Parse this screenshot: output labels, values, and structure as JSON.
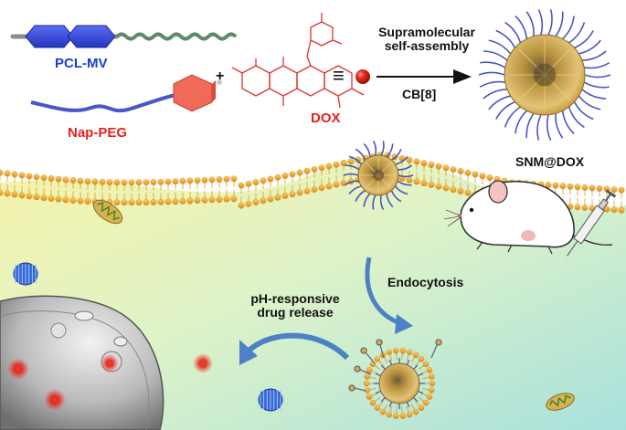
{
  "labels": {
    "pcl_mv": "PCL-MV",
    "nap_peg": "Nap-PEG",
    "plus": "+",
    "dox": "DOX",
    "equiv": "≡",
    "assembly_line1": "Supramolecular",
    "assembly_line2": "self-assembly",
    "cb8": "CB[8]",
    "snm_dox": "SNM@DOX",
    "endocytosis": "Endocytosis",
    "release_line1": "pH-responsive",
    "release_line2": "drug release"
  },
  "colors": {
    "pcl_mv_text": "#1a3bd6",
    "nap_peg_text": "#e8201e",
    "dox_text": "#e8201e",
    "dark_text": "#111111",
    "mv_hexagon": "#3a4fe0",
    "pcl_chain": "#5e8a6a",
    "peg_chain": "#4a55c8",
    "nap_hexagon": "#f06a5a",
    "dox_structure": "#e23030",
    "membrane_head": "#f2a81c",
    "arrow_blue": "#4a82c4",
    "nanoparticle_core": "#c9a44a"
  },
  "icons": {
    "dox_sphere": "red-sphere-icon",
    "mouse": "mouse-icon",
    "syringe": "syringe-icon",
    "mitochondrion": "mitochondrion-icon",
    "lysosome": "lysosome-icon",
    "cb8_ring": "blue-ring-icon"
  }
}
